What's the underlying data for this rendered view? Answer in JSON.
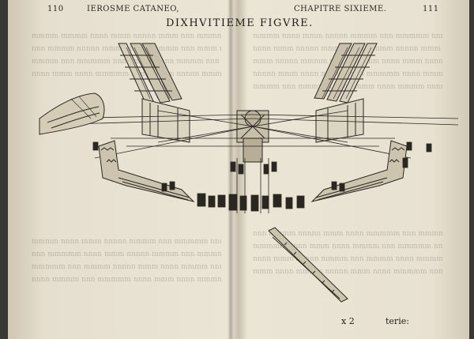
{
  "left_page": {
    "page_number": "110",
    "running_head": "IEROSME CATANEO,"
  },
  "right_page": {
    "running_head": "CHAPITRE SIXIEME.",
    "page_number": "111"
  },
  "figure": {
    "title": "DIXHVITIEME FIGVRE."
  },
  "footer": {
    "signature": "x 2",
    "catchword": "terie:"
  }
}
